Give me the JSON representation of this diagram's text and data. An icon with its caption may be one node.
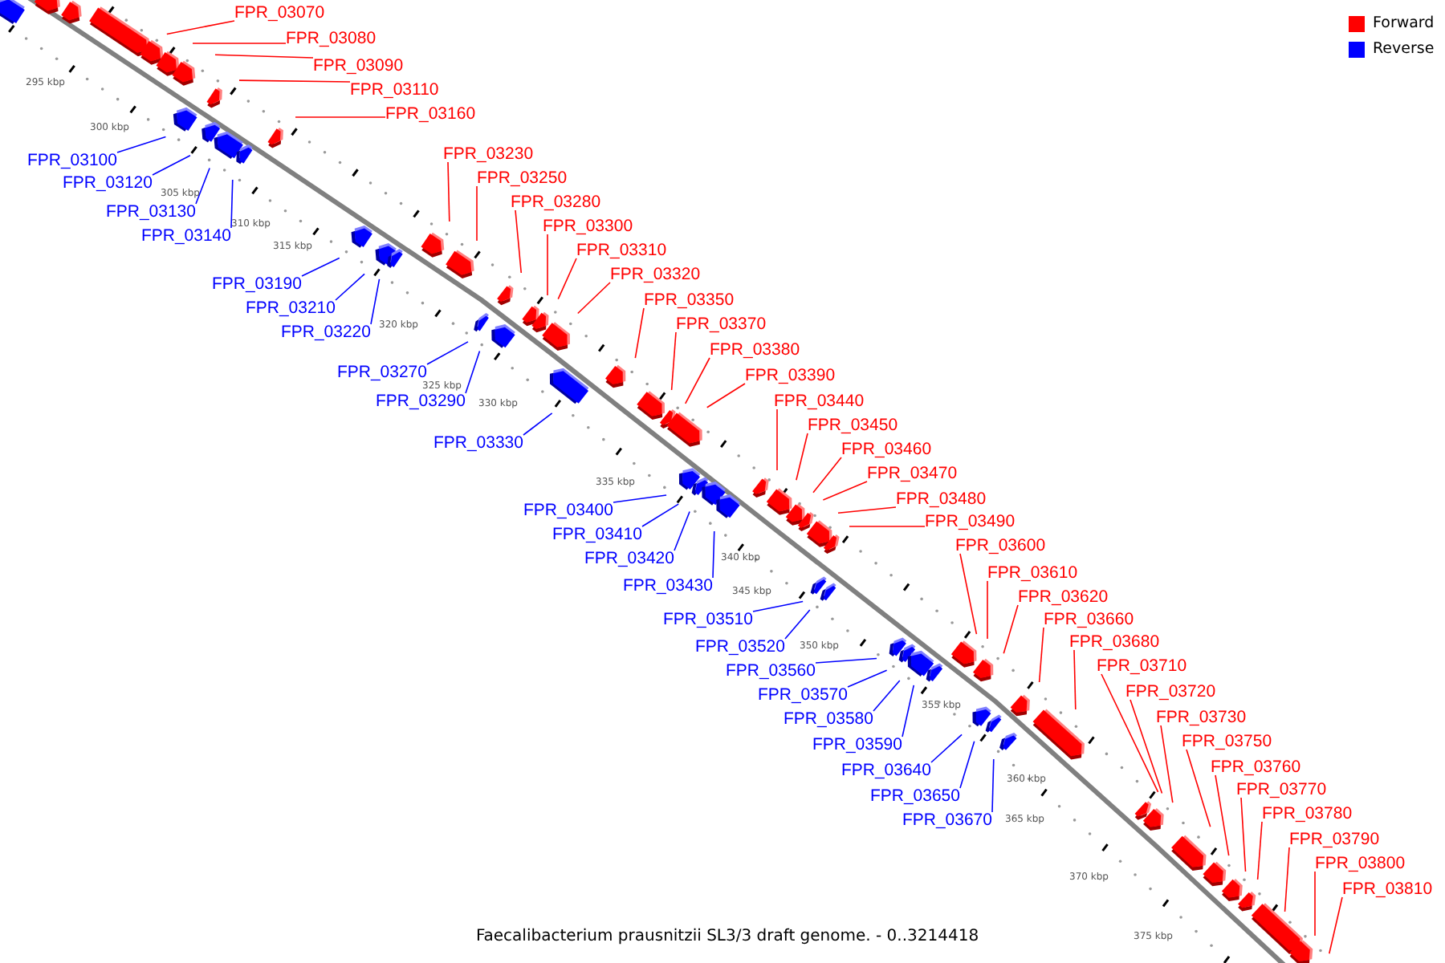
{
  "diagram": {
    "caption": "Faecalibacterium prausnitzii SL3/3 draft genome. - 0..3214418",
    "nodes": [
      {
        "text": [
          "FPR_03070"
        ]
      },
      {
        "text": [
          "FPR_03080"
        ]
      },
      {
        "text": [
          "FPR_03090"
        ]
      },
      {
        "text": [
          "FPR_03110"
        ]
      },
      {
        "text": [
          "FPR_03160"
        ]
      },
      {
        "text": [
          "FPR_03230"
        ]
      },
      {
        "text": [
          "FPR_03250"
        ]
      },
      {
        "text": [
          "FPR_03280"
        ]
      },
      {
        "text": [
          "FPR_03300"
        ]
      },
      {
        "text": [
          "FPR_03310"
        ]
      },
      {
        "text": [
          "FPR_03320"
        ]
      },
      {
        "text": [
          "FPR_03350"
        ]
      },
      {
        "text": [
          "FPR_03370"
        ]
      },
      {
        "text": [
          "FPR_03380"
        ]
      },
      {
        "text": [
          "FPR_03390"
        ]
      },
      {
        "text": [
          "FPR_03440"
        ]
      },
      {
        "text": [
          "FPR_03450"
        ]
      },
      {
        "text": [
          "FPR_03460"
        ]
      },
      {
        "text": [
          "FPR_03470"
        ]
      },
      {
        "text": [
          "FPR_03480"
        ]
      },
      {
        "text": [
          "FPR_03490"
        ]
      },
      {
        "text": [
          "FPR_03600"
        ]
      },
      {
        "text": [
          "FPR_03610"
        ]
      },
      {
        "text": [
          "FPR_03620"
        ]
      },
      {
        "text": [
          "FPR_03660"
        ]
      },
      {
        "text": [
          "FPR_03680"
        ]
      },
      {
        "text": [
          "FPR_03710"
        ]
      },
      {
        "text": [
          "FPR_03720"
        ]
      },
      {
        "text": [
          "FPR_03730"
        ]
      },
      {
        "text": [
          "FPR_03750"
        ]
      },
      {
        "text": [
          "FPR_03760"
        ]
      },
      {
        "text": [
          "FPR_03770"
        ]
      },
      {
        "text": [
          "FPR_03780"
        ]
      },
      {
        "text": [
          "FPR_03790"
        ]
      },
      {
        "text": [
          "FPR_03800"
        ]
      },
      {
        "text": [
          "FPR_03810"
        ]
      },
      {
        "text": [
          "FPR_03100"
        ]
      },
      {
        "text": [
          "FPR_03120"
        ]
      },
      {
        "text": [
          "FPR_03130"
        ]
      },
      {
        "text": [
          "FPR_03140"
        ]
      },
      {
        "text": [
          "FPR_03190"
        ]
      },
      {
        "text": [
          "FPR_03210"
        ]
      },
      {
        "text": [
          "FPR_03220"
        ]
      },
      {
        "text": [
          "FPR_03270"
        ]
      },
      {
        "text": [
          "FPR_03290"
        ]
      },
      {
        "text": [
          "FPR_03330"
        ]
      },
      {
        "text": [
          "FPR_03400"
        ]
      },
      {
        "text": [
          "FPR_03410"
        ]
      },
      {
        "text": [
          "FPR_03420"
        ]
      },
      {
        "text": [
          "FPR_03430"
        ]
      },
      {
        "text": [
          "FPR_03510"
        ]
      },
      {
        "text": [
          "FPR_03520"
        ]
      },
      {
        "text": [
          "FPR_03560"
        ]
      },
      {
        "text": [
          "FPR_03570"
        ]
      },
      {
        "text": [
          "FPR_03580"
        ]
      },
      {
        "text": [
          "FPR_03590"
        ]
      },
      {
        "text": [
          "FPR_03640"
        ]
      },
      {
        "text": [
          "FPR_03650"
        ]
      },
      {
        "text": [
          "FPR_03670"
        ]
      }
    ],
    "edges": [
      {
        "from": 0,
        "to": null,
        "arrow": "none"
      },
      {
        "from": 1,
        "to": null,
        "arrow": "none"
      },
      {
        "from": 2,
        "to": null,
        "arrow": "none"
      },
      {
        "from": 3,
        "to": null,
        "arrow": "none"
      },
      {
        "from": 4,
        "to": null,
        "arrow": "none"
      },
      {
        "from": 5,
        "to": null,
        "arrow": "none"
      },
      {
        "from": 6,
        "to": null,
        "arrow": "none"
      },
      {
        "from": 7,
        "to": null,
        "arrow": "none"
      },
      {
        "from": 8,
        "to": null,
        "arrow": "none"
      },
      {
        "from": 9,
        "to": null,
        "arrow": "none"
      },
      {
        "from": 10,
        "to": null,
        "arrow": "none"
      },
      {
        "from": 11,
        "to": null,
        "arrow": "none"
      },
      {
        "from": 12,
        "to": null,
        "arrow": "none"
      },
      {
        "from": 13,
        "to": null,
        "arrow": "none"
      },
      {
        "from": 14,
        "to": null,
        "arrow": "none"
      },
      {
        "from": 15,
        "to": null,
        "arrow": "none"
      },
      {
        "from": 16,
        "to": null,
        "arrow": "none"
      },
      {
        "from": 17,
        "to": null,
        "arrow": "none"
      },
      {
        "from": 18,
        "to": null,
        "arrow": "none"
      },
      {
        "from": 19,
        "to": null,
        "arrow": "none"
      },
      {
        "from": 20,
        "to": null,
        "arrow": "none"
      },
      {
        "from": 21,
        "to": null,
        "arrow": "none"
      },
      {
        "from": 22,
        "to": null,
        "arrow": "none"
      },
      {
        "from": 23,
        "to": null,
        "arrow": "none"
      },
      {
        "from": 24,
        "to": null,
        "arrow": "none"
      },
      {
        "from": 25,
        "to": null,
        "arrow": "none"
      },
      {
        "from": 26,
        "to": null,
        "arrow": "none"
      },
      {
        "from": 27,
        "to": null,
        "arrow": "none"
      },
      {
        "from": 28,
        "to": null,
        "arrow": "none"
      },
      {
        "from": 29,
        "to": null,
        "arrow": "none"
      },
      {
        "from": 30,
        "to": null,
        "arrow": "none"
      },
      {
        "from": 31,
        "to": null,
        "arrow": "none"
      },
      {
        "from": 32,
        "to": null,
        "arrow": "none"
      },
      {
        "from": 33,
        "to": null,
        "arrow": "none"
      },
      {
        "from": 34,
        "to": null,
        "arrow": "none"
      },
      {
        "from": 35,
        "to": null,
        "arrow": "none"
      },
      {
        "from": 36,
        "to": null,
        "arrow": "none",
        "color": "#0000ff"
      },
      {
        "from": 37,
        "to": null,
        "arrow": "none",
        "color": "#0000ff"
      },
      {
        "from": 38,
        "to": null,
        "arrow": "none",
        "color": "#0000ff"
      },
      {
        "from": 39,
        "to": null,
        "arrow": "none",
        "color": "#0000ff"
      },
      {
        "from": 40,
        "to": null,
        "arrow": "none",
        "color": "#0000ff"
      },
      {
        "from": 41,
        "to": null,
        "arrow": "none",
        "color": "#0000ff"
      },
      {
        "from": 42,
        "to": null,
        "arrow": "none",
        "color": "#0000ff"
      },
      {
        "from": 43,
        "to": null,
        "arrow": "none",
        "color": "#0000ff"
      },
      {
        "from": 44,
        "to": null,
        "arrow": "none",
        "color": "#0000ff"
      },
      {
        "from": 45,
        "to": null,
        "arrow": "none",
        "color": "#0000ff"
      },
      {
        "from": 46,
        "to": null,
        "arrow": "none",
        "color": "#0000ff"
      },
      {
        "from": 47,
        "to": null,
        "arrow": "none",
        "color": "#0000ff"
      },
      {
        "from": 48,
        "to": null,
        "arrow": "none",
        "color": "#0000ff"
      },
      {
        "from": 49,
        "to": null,
        "arrow": "none",
        "color": "#0000ff"
      },
      {
        "from": 50,
        "to": null,
        "arrow": "none",
        "color": "#0000ff"
      },
      {
        "from": 51,
        "to": null,
        "arrow": "none",
        "color": "#0000ff"
      },
      {
        "from": 52,
        "to": null,
        "arrow": "none",
        "color": "#0000ff"
      },
      {
        "from": 53,
        "to": null,
        "arrow": "none",
        "color": "#0000ff"
      },
      {
        "from": 54,
        "to": null,
        "arrow": "none",
        "color": "#0000ff"
      },
      {
        "from": 55,
        "to": null,
        "arrow": "none",
        "color": "#0000ff"
      },
      {
        "from": 56,
        "to": null,
        "arrow": "none",
        "color": "#0000ff"
      },
      {
        "from": 57,
        "to": null,
        "arrow": "none",
        "color": "#0000ff"
      },
      {
        "from": 58,
        "to": null,
        "arrow": "none",
        "color": "#0000ff"
      }
    ],
    "labels": [
      "295 kbp",
      "300 kbp",
      "305 kbp",
      "310 kbp",
      "315 kbp",
      "320 kbp",
      "325 kbp",
      "330 kbp",
      "335 kbp",
      "340 kbp",
      "345 kbp",
      "350 kbp",
      "355 kbp",
      "360 kbp",
      "365 kbp",
      "370 kbp",
      "375 kbp"
    ],
    "legend": [
      {
        "text": "Forward",
        "color": "#ff0000"
      },
      {
        "text": "Reverse",
        "color": "#0000ff"
      }
    ]
  }
}
